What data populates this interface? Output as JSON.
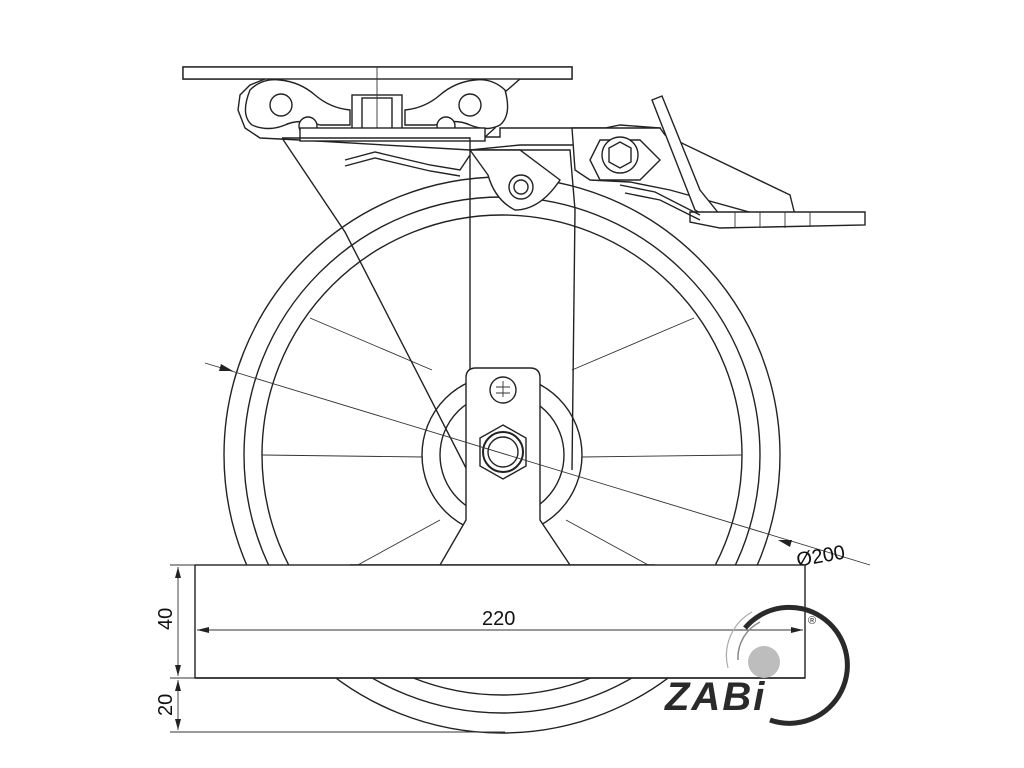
{
  "drawing": {
    "dimensions": {
      "wheel_diameter": "Ø200",
      "wheel_width": "220",
      "bracket_height": "40",
      "bottom_offset": "20"
    },
    "logo": {
      "text": "ZABi",
      "registered_mark": "®"
    },
    "colors": {
      "line": "#222222",
      "logo_dot": "#bdbdbd",
      "background": "#ffffff"
    }
  }
}
